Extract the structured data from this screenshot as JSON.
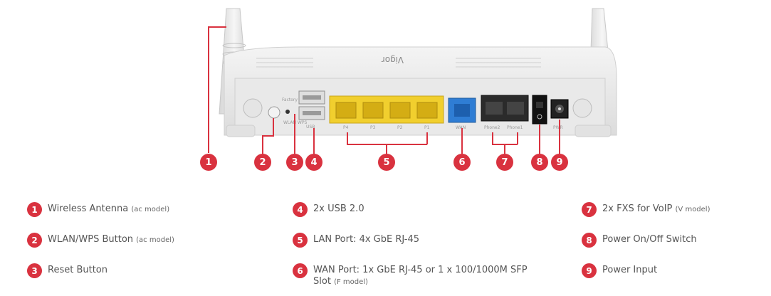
{
  "device_labels": {
    "brand": "Vigor",
    "factory_reset": "Factory Reset",
    "wlan_label": "WLAN WPS",
    "usb": "USB",
    "lan_ports": [
      "P4",
      "P3",
      "P2",
      "P1"
    ],
    "wan": "WAN",
    "phone_ports": [
      "Phone2",
      "Phone1"
    ],
    "pwr": "PWR"
  },
  "callouts": [
    "1",
    "2",
    "3",
    "4",
    "5",
    "6",
    "7",
    "8",
    "9"
  ],
  "legend": [
    {
      "num": "1",
      "label": "Wireless Antenna",
      "note": "(ac model)"
    },
    {
      "num": "2",
      "label": "WLAN/WPS Button",
      "note": "(ac model)"
    },
    {
      "num": "3",
      "label": "Reset Button",
      "note": ""
    },
    {
      "num": "4",
      "label": "2x USB 2.0",
      "note": ""
    },
    {
      "num": "5",
      "label": "LAN Port: 4x GbE RJ-45",
      "note": ""
    },
    {
      "num": "6",
      "label": "WAN Port: 1x GbE RJ-45 or 1 x 100/1000M SFP Slot",
      "note": "(F model)"
    },
    {
      "num": "7",
      "label": "2x FXS for VoIP",
      "note": "(V model)"
    },
    {
      "num": "8",
      "label": "Power On/Off Switch",
      "note": ""
    },
    {
      "num": "9",
      "label": "Power Input",
      "note": ""
    }
  ],
  "colors": {
    "accent": "#d9323f",
    "lan": "#f1cf2e",
    "wan": "#2f7dd4"
  }
}
